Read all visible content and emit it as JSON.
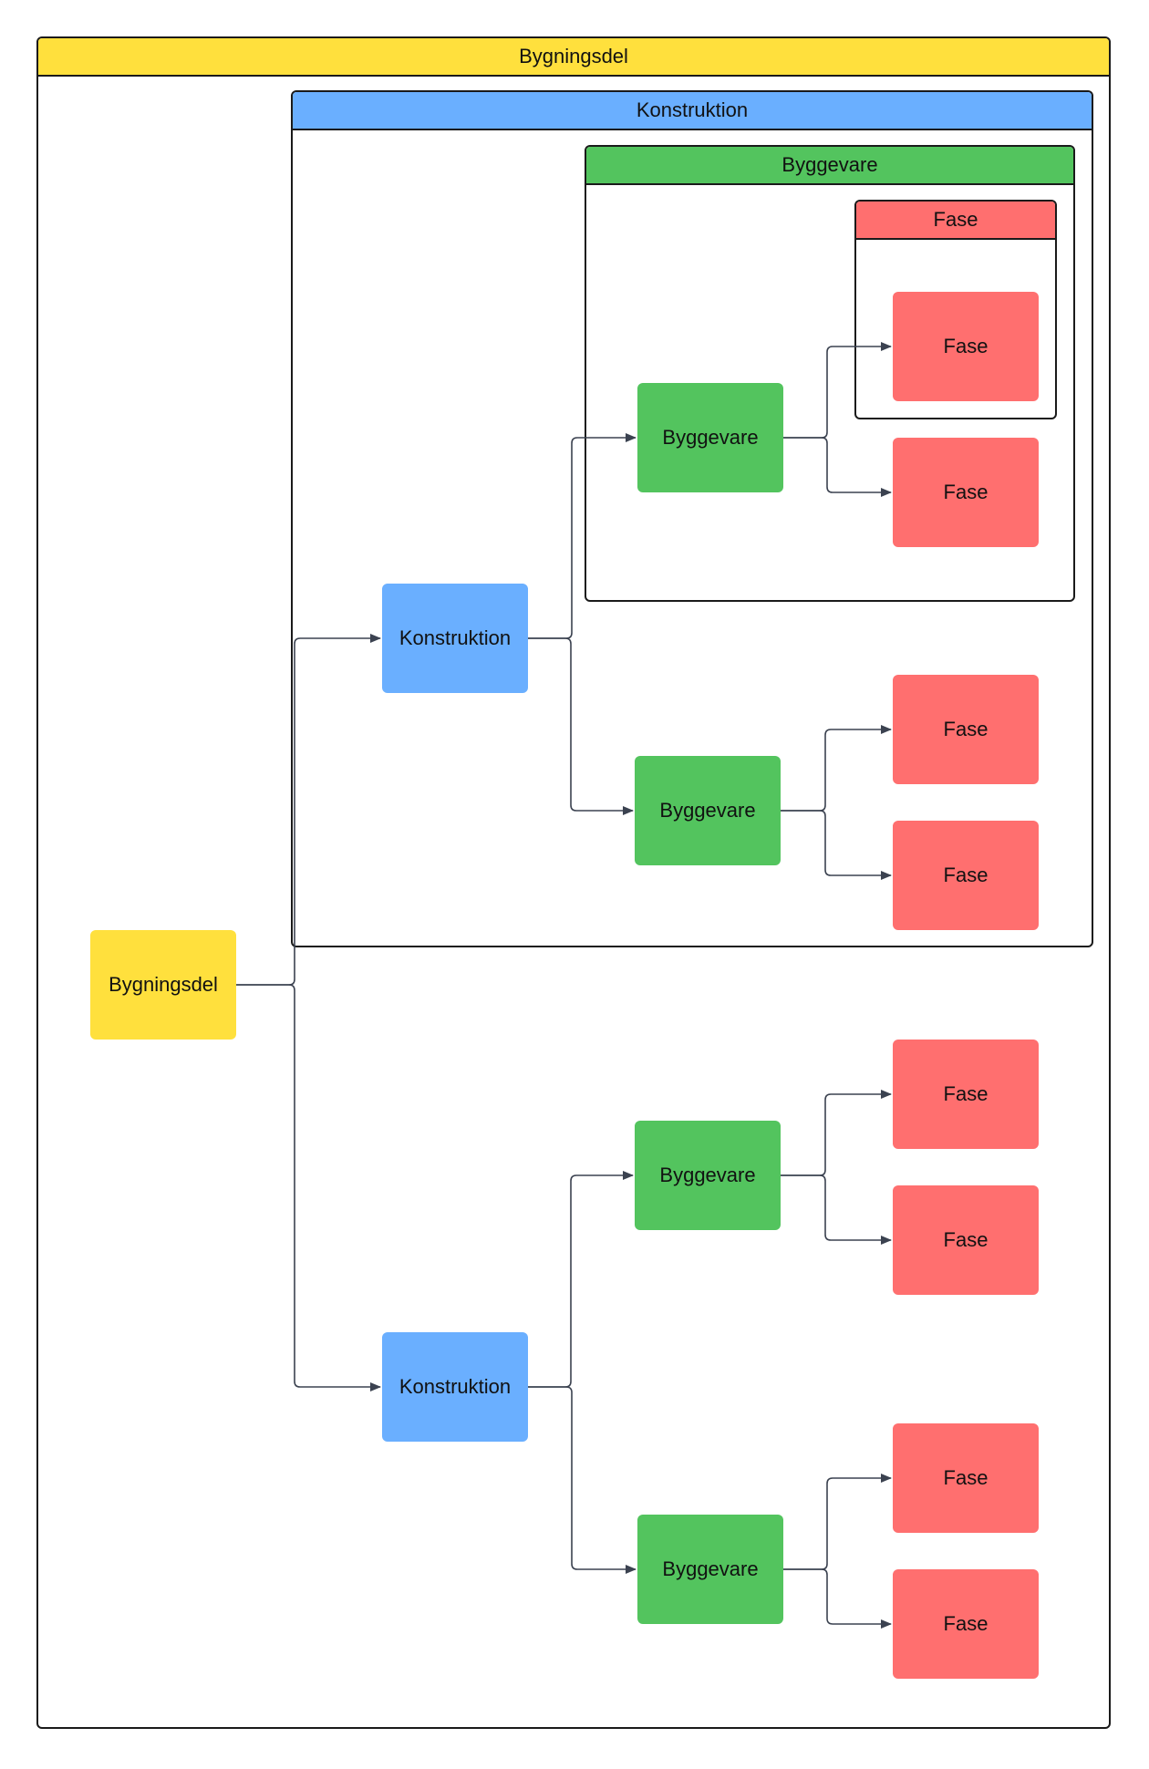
{
  "colors": {
    "bygningsdel": "#FFE03D",
    "konstruktion": "#6AAFFF",
    "byggevare": "#53C45E",
    "fase": "#FF6F6F",
    "line": "#3b4250"
  },
  "containers": {
    "outer": {
      "title": "Bygningsdel"
    },
    "konstruktion": {
      "title": "Konstruktion"
    },
    "byggevare": {
      "title": "Byggevare"
    },
    "fase": {
      "title": "Fase"
    }
  },
  "nodes": {
    "bygningsdel": {
      "label": "Bygningsdel"
    },
    "konstruktion_1": {
      "label": "Konstruktion"
    },
    "konstruktion_2": {
      "label": "Konstruktion"
    },
    "byggevare_1": {
      "label": "Byggevare"
    },
    "byggevare_2": {
      "label": "Byggevare"
    },
    "byggevare_3": {
      "label": "Byggevare"
    },
    "byggevare_4": {
      "label": "Byggevare"
    },
    "fase_1": {
      "label": "Fase"
    },
    "fase_2": {
      "label": "Fase"
    },
    "fase_3": {
      "label": "Fase"
    },
    "fase_4": {
      "label": "Fase"
    },
    "fase_5": {
      "label": "Fase"
    },
    "fase_6": {
      "label": "Fase"
    },
    "fase_7": {
      "label": "Fase"
    },
    "fase_8": {
      "label": "Fase"
    }
  },
  "edges": [
    [
      "bygningsdel",
      "konstruktion_1"
    ],
    [
      "bygningsdel",
      "konstruktion_2"
    ],
    [
      "konstruktion_1",
      "byggevare_1"
    ],
    [
      "konstruktion_1",
      "byggevare_2"
    ],
    [
      "konstruktion_2",
      "byggevare_3"
    ],
    [
      "konstruktion_2",
      "byggevare_4"
    ],
    [
      "byggevare_1",
      "fase_1"
    ],
    [
      "byggevare_1",
      "fase_2"
    ],
    [
      "byggevare_2",
      "fase_3"
    ],
    [
      "byggevare_2",
      "fase_4"
    ],
    [
      "byggevare_3",
      "fase_5"
    ],
    [
      "byggevare_3",
      "fase_6"
    ],
    [
      "byggevare_4",
      "fase_7"
    ],
    [
      "byggevare_4",
      "fase_8"
    ]
  ]
}
